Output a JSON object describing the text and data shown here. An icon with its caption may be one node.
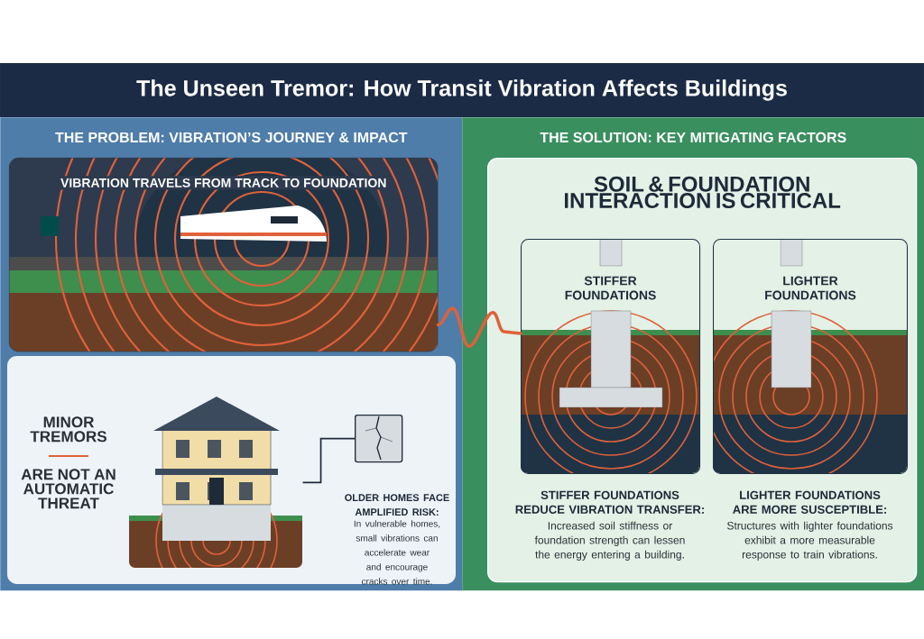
{
  "diagram": {
    "title": "The Unseen Tremor: How Transit Vibration Affects Buildings",
    "nodes": [
      {
        "text": [
          "THE PROBLEM: VIBRATION’S JOURNEY & IMPACT"
        ]
      },
      {
        "text": [
          "VIBRATION TRAVELS FROM TRACK TO FOUNDATION"
        ],
        "in": 0
      },
      {
        "text": [],
        "shape": "picture",
        "in": 0
      },
      {
        "text": [],
        "shape": "picture",
        "in": 0
      },
      {
        "text": [
          "THE SOLUTION: KEY MITIGATING FACTORS"
        ]
      },
      {
        "text": [
          "SOIL & FOUNDATION INTERACTION IS CRITICAL"
        ],
        "in": 4
      },
      {
        "text": [
          "STIFFER FOUNDATIONS"
        ],
        "in": 5,
        "beside": [
          "STIFFER FOUNDATIONS REDUCE VIBRATION TRANSFER:",
          "Increased soil stiffness or foundation strength can lessen the energy entering a building."
        ]
      },
      {
        "text": [
          "LIGHTER FOUNDATIONS"
        ],
        "in": 5,
        "beside": [
          "LIGHTER FOUNDATIONS ARE MORE SUSCEPTIBLE:",
          "Structures with lighter foundations exhibit a more measurable response to train vibrations."
        ]
      }
    ],
    "edges": [
      {
        "from": 2,
        "to": 3,
        "arrow": "none"
      },
      {
        "from": 1,
        "to": 6,
        "arrow": "none",
        "style": "thick",
        "color": "#e0613a"
      }
    ],
    "labels": [
      "MINOR TREMORS",
      "ARE NOT AN AUTOMATIC THREAT",
      "OLDER HOMES FACE AMPLIFIED RISK:",
      "In vulnerable homes, small vibrations can accelerate wear and encourage cracks over time."
    ]
  }
}
